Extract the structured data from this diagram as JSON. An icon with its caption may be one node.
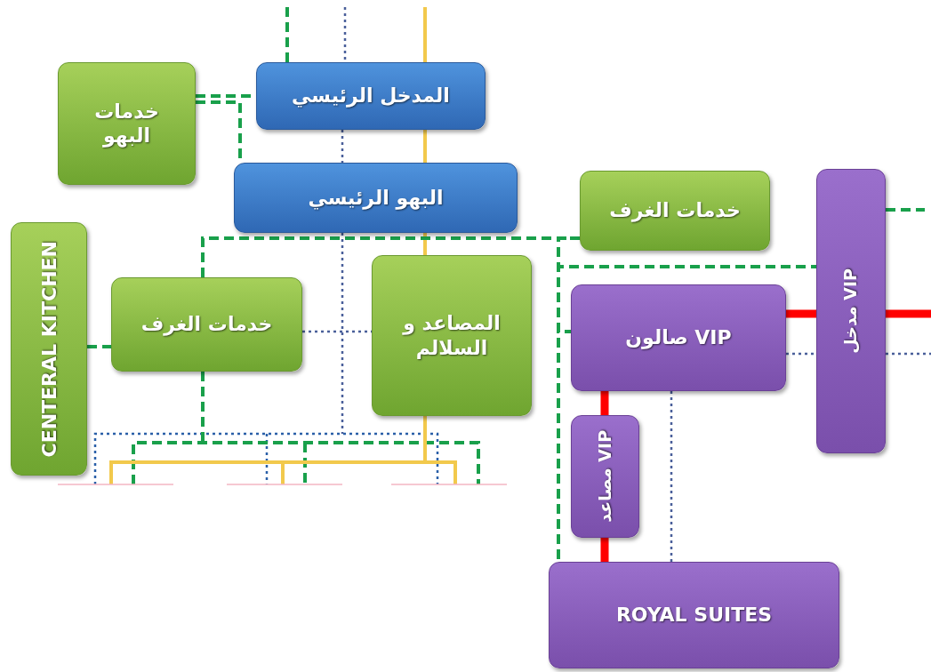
{
  "diagram": {
    "nodes": [
      {
        "text": [
          "المدخل الرئيسي"
        ]
      },
      {
        "text": [
          "خدمات البهو"
        ]
      },
      {
        "text": [
          "البهو الرئيسي"
        ]
      },
      {
        "text": [
          "خدمات الغرف"
        ]
      },
      {
        "text": [
          "مدخل VIP"
        ]
      },
      {
        "text": [
          "CENTERAL KITCHEN"
        ]
      },
      {
        "text": [
          "خدمات الغرف"
        ]
      },
      {
        "text": [
          "المصاعد و السلالم"
        ]
      },
      {
        "text": [
          "صالون VIP"
        ]
      },
      {
        "text": [
          "مصاعد VIP"
        ]
      },
      {
        "text": [
          "ROYAL SUITES"
        ]
      }
    ],
    "edges": [
      {
        "from": 1,
        "to": 0,
        "arrow": "none",
        "style": "dashed"
      },
      {
        "from": 1,
        "to": 2,
        "arrow": "none",
        "style": "dashed"
      },
      {
        "from": null,
        "to": 0,
        "arrow": "none",
        "style": "dashed"
      },
      {
        "from": null,
        "to": 0,
        "arrow": "none",
        "style": "dashed",
        "color": "#4a5f9a"
      },
      {
        "from": null,
        "to": 0,
        "arrow": "none",
        "color": "#f2c94c"
      },
      {
        "from": 0,
        "to": 2,
        "arrow": "none",
        "color": "#f2c94c"
      },
      {
        "from": 0,
        "to": 2,
        "arrow": "none",
        "style": "dashed",
        "color": "#4a5f9a"
      },
      {
        "from": 2,
        "to": 7,
        "arrow": "none",
        "color": "#f2c94c"
      },
      {
        "from": 7,
        "to": null,
        "arrow": "none",
        "color": "#f2c94c"
      },
      {
        "from": 2,
        "to": null,
        "arrow": "none",
        "style": "dashed",
        "color": "#4a5f9a"
      },
      {
        "from": 6,
        "to": 3,
        "arrow": "none",
        "style": "dashed"
      },
      {
        "from": 3,
        "to": 10,
        "arrow": "none",
        "style": "dashed"
      },
      {
        "from": 3,
        "to": 8,
        "arrow": "none",
        "style": "dashed"
      },
      {
        "from": 3,
        "to": 4,
        "arrow": "none",
        "style": "dashed"
      },
      {
        "from": 4,
        "to": null,
        "arrow": "none",
        "style": "dashed"
      },
      {
        "from": 5,
        "to": 6,
        "arrow": "none",
        "style": "dashed"
      },
      {
        "from": 6,
        "to": null,
        "arrow": "none",
        "style": "dashed"
      },
      {
        "from": 6,
        "to": 7,
        "arrow": "none",
        "style": "dashed",
        "color": "#4a5f9a"
      },
      {
        "from": 8,
        "to": 4,
        "arrow": "none",
        "style": "thick",
        "color": "#ff0000"
      },
      {
        "from": 4,
        "to": null,
        "arrow": "none",
        "style": "thick",
        "color": "#ff0000"
      },
      {
        "from": 8,
        "to": 4,
        "arrow": "none",
        "style": "dashed",
        "color": "#4a5f9a"
      },
      {
        "from": 4,
        "to": null,
        "arrow": "none",
        "style": "dashed",
        "color": "#4a5f9a"
      },
      {
        "from": 8,
        "to": 9,
        "arrow": "none",
        "style": "thick",
        "color": "#ff0000"
      },
      {
        "from": 9,
        "to": 10,
        "arrow": "none",
        "style": "thick",
        "color": "#ff0000"
      },
      {
        "from": 8,
        "to": 10,
        "arrow": "none",
        "style": "dashed",
        "color": "#4a5f9a"
      }
    ]
  }
}
